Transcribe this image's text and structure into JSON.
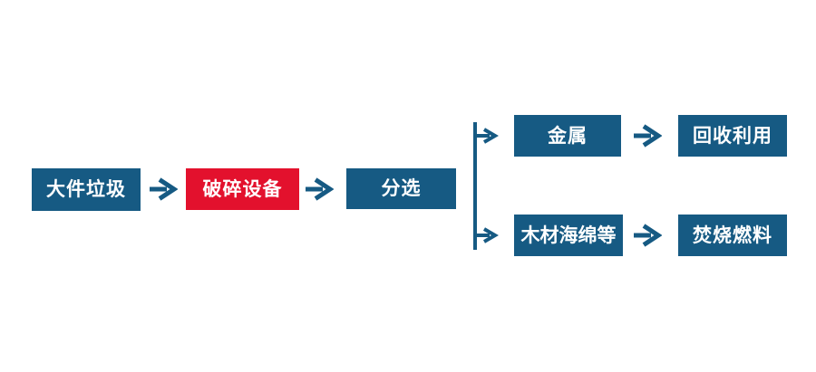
{
  "palette": {
    "blue": "#165a83",
    "red": "#e3112d",
    "text_on_box": "#ffffff",
    "background": "#ffffff"
  },
  "diagram": {
    "type": "flowchart",
    "nodes": [
      {
        "id": "bulky-waste",
        "label": "大件垃圾",
        "color": "blue"
      },
      {
        "id": "crushing-equipment",
        "label": "破碎设备",
        "color": "red"
      },
      {
        "id": "sorting",
        "label": "分选",
        "color": "blue"
      },
      {
        "id": "metal",
        "label": "金属",
        "color": "blue"
      },
      {
        "id": "recycling",
        "label": "回收利用",
        "color": "blue"
      },
      {
        "id": "wood-sponge-etc",
        "label": "木材海绵等",
        "color": "blue"
      },
      {
        "id": "incineration-fuel",
        "label": "焚烧燃料",
        "color": "blue"
      }
    ],
    "edges": [
      {
        "from": "bulky-waste",
        "to": "crushing-equipment"
      },
      {
        "from": "crushing-equipment",
        "to": "sorting"
      },
      {
        "from": "sorting",
        "to": "metal"
      },
      {
        "from": "sorting",
        "to": "wood-sponge-etc"
      },
      {
        "from": "metal",
        "to": "recycling"
      },
      {
        "from": "wood-sponge-etc",
        "to": "incineration-fuel"
      }
    ]
  }
}
